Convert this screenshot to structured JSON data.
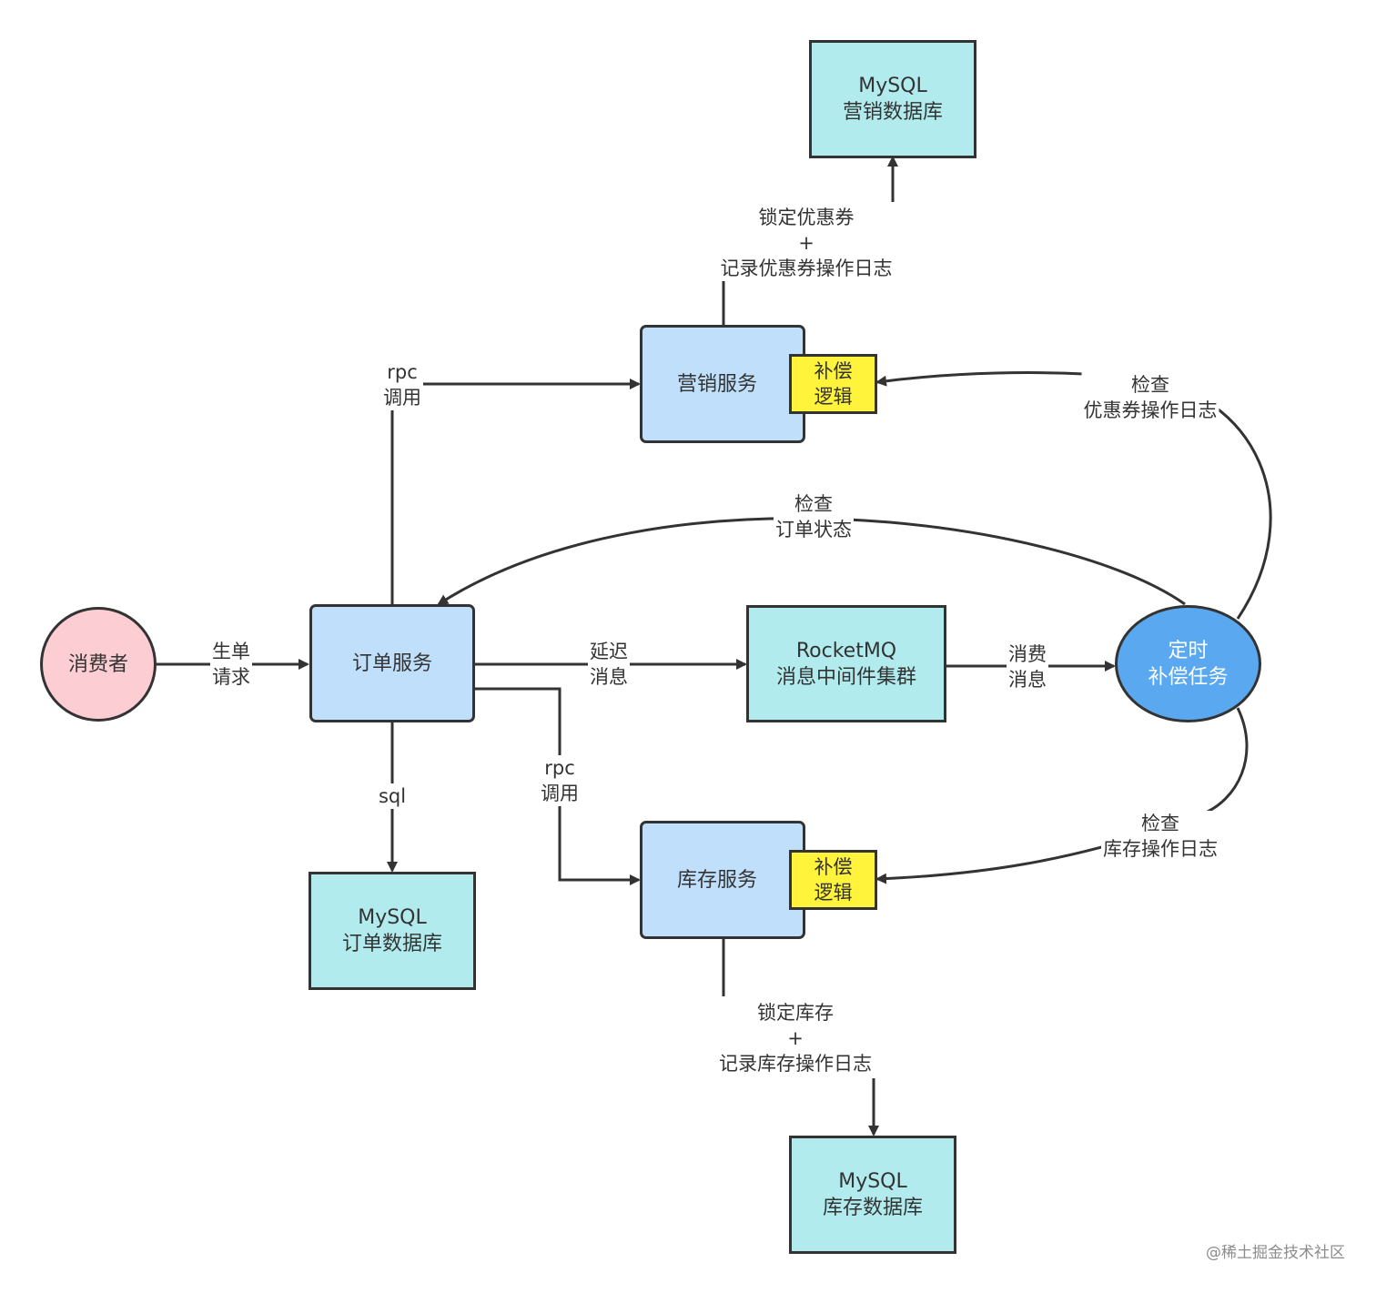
{
  "nodes": {
    "consumer": "消费者",
    "order_service": "订单服务",
    "marketing_service": "营销服务",
    "inventory_service": "库存服务",
    "rocketmq": [
      "RocketMQ",
      "消息中间件集群"
    ],
    "timer_task": [
      "定时",
      "补偿任务"
    ],
    "mysql_marketing": [
      "MySQL",
      "营销数据库"
    ],
    "mysql_order": [
      "MySQL",
      "订单数据库"
    ],
    "mysql_inventory": [
      "MySQL",
      "库存数据库"
    ],
    "compensation_marketing": [
      "补偿",
      "逻辑"
    ],
    "compensation_inventory": [
      "补偿",
      "逻辑"
    ]
  },
  "edges": {
    "place_order": [
      "生单",
      "请求"
    ],
    "rpc_marketing": [
      "rpc",
      "调用"
    ],
    "rpc_inventory": [
      "rpc",
      "调用"
    ],
    "sql": "sql",
    "delay_message": [
      "延迟",
      "消息"
    ],
    "consume_message": [
      "消费",
      "消息"
    ],
    "lock_coupon": [
      "锁定优惠券",
      "+",
      "记录优惠券操作日志"
    ],
    "lock_stock": [
      "锁定库存",
      "+",
      "记录库存操作日志"
    ],
    "check_order": [
      "检查",
      "订单状态"
    ],
    "check_coupon_log": [
      "检查",
      "优惠券操作日志"
    ],
    "check_stock_log": [
      "检查",
      "库存操作日志"
    ]
  },
  "colors": {
    "consumer": "#fccdd3",
    "service": "#bfdffb",
    "database": "#b1ebed",
    "compensation": "#fff33c",
    "timer": "#5aa9f0",
    "stroke": "#333333"
  },
  "watermark": "@稀土掘金技术社区"
}
